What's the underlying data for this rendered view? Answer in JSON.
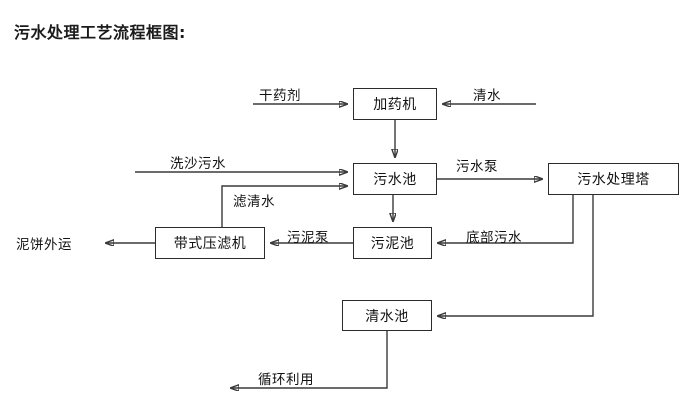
{
  "title": "污水处理工艺流程框图:",
  "diagram": {
    "type": "flowchart",
    "nodes": [
      {
        "id": "dosing_machine",
        "label": "加药机"
      },
      {
        "id": "wastewater_pool",
        "label": "污水池"
      },
      {
        "id": "treatment_tower",
        "label": "污水处理塔"
      },
      {
        "id": "belt_filter_press",
        "label": "带式压滤机"
      },
      {
        "id": "sludge_pool",
        "label": "污泥池"
      },
      {
        "id": "clean_water_pool",
        "label": "清水池"
      }
    ],
    "terminals": [
      {
        "id": "dry_chemical",
        "label": "干药剂"
      },
      {
        "id": "clean_water_in",
        "label": "清水"
      },
      {
        "id": "sand_wash_wastewater",
        "label": "洗沙污水"
      },
      {
        "id": "mud_cake_out",
        "label": "泥饼外运"
      }
    ],
    "edges": [
      {
        "id": "dry-chemical-to-dosing",
        "label": "干药剂",
        "from": "dry_chemical",
        "to": "dosing_machine"
      },
      {
        "id": "clean-water-to-dosing",
        "label": "清水",
        "from": "clean_water_in",
        "to": "dosing_machine"
      },
      {
        "id": "dosing-to-wastewater-pool",
        "label": "",
        "from": "dosing_machine",
        "to": "wastewater_pool"
      },
      {
        "id": "sandwash-to-wastewater-pool",
        "label": "洗沙污水",
        "from": "sand_wash_wastewater",
        "to": "wastewater_pool"
      },
      {
        "id": "filtrate-to-wastewater-pool",
        "label": "滤清水",
        "from": "belt_filter_press",
        "to": "wastewater_pool"
      },
      {
        "id": "wastewater-pool-to-tower",
        "label": "污水泵",
        "from": "wastewater_pool",
        "to": "treatment_tower"
      },
      {
        "id": "wastewater-pool-to-sludge-pool",
        "label": "",
        "from": "wastewater_pool",
        "to": "sludge_pool"
      },
      {
        "id": "tower-to-sludge-pool",
        "label": "底部污水",
        "from": "treatment_tower",
        "to": "sludge_pool"
      },
      {
        "id": "sludge-pool-to-press",
        "label": "污泥泵",
        "from": "sludge_pool",
        "to": "belt_filter_press"
      },
      {
        "id": "press-to-mud-cake",
        "label": "泥饼外运",
        "from": "belt_filter_press",
        "to": "mud_cake_out"
      },
      {
        "id": "tower-to-clean-water-pool",
        "label": "",
        "from": "treatment_tower",
        "to": "clean_water_pool"
      },
      {
        "id": "clean-water-pool-to-reuse",
        "label": "循环利用",
        "from": "clean_water_pool",
        "to": "recycle_out"
      }
    ]
  },
  "colors": {
    "background": "#ffffff",
    "box_border": "#2b2b2b",
    "line": "#3a3a3a",
    "text": "#111111"
  }
}
